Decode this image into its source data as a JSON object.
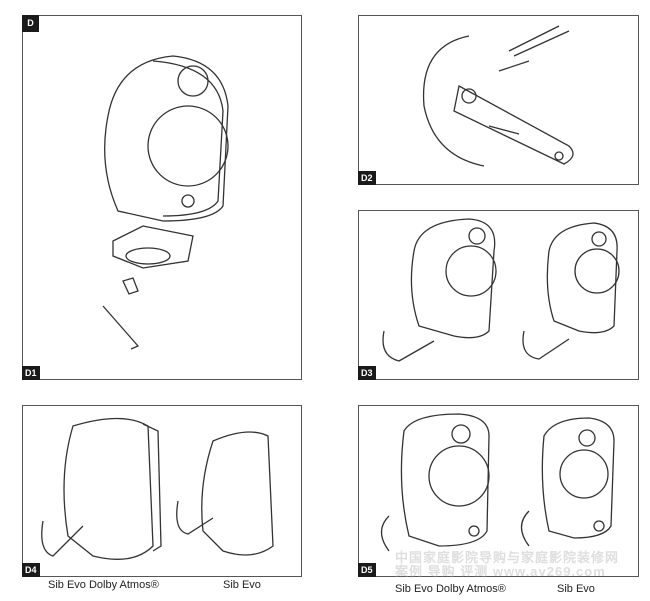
{
  "section": "D",
  "panels": [
    "D1",
    "D2",
    "D3",
    "D4",
    "D5"
  ],
  "captions": {
    "d4_left": "Sib Evo Dolby Atmos®",
    "d4_right": "Sib Evo",
    "d5_left": "Sib Evo Dolby Atmos®",
    "d5_right": "Sib Evo"
  },
  "watermark": {
    "line1": "中国家庭影院导购与家庭影院装修网",
    "line2": "案例 导购 评测 www.av269.com"
  }
}
